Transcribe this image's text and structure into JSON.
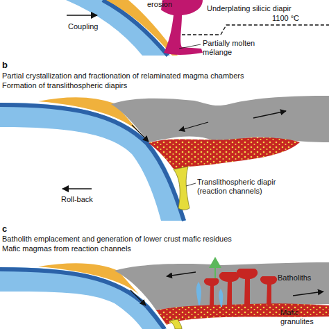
{
  "diagram": {
    "labels": [
      "erosion",
      "Coupling",
      "Underplating silicic diapir",
      "1100 °C",
      "Partially molten mélange",
      "b",
      "Partial crystallization and fractionation of relaminated magma chambers",
      "Formation of translithospheric diapirs",
      "Roll-back",
      "Translithospheric diapir (reaction channels)",
      "c",
      "Batholith emplacement and generation of lower crust mafic residues",
      "Mafic magmas from reaction channels",
      "Batholiths",
      "Mafic granulites"
    ]
  }
}
